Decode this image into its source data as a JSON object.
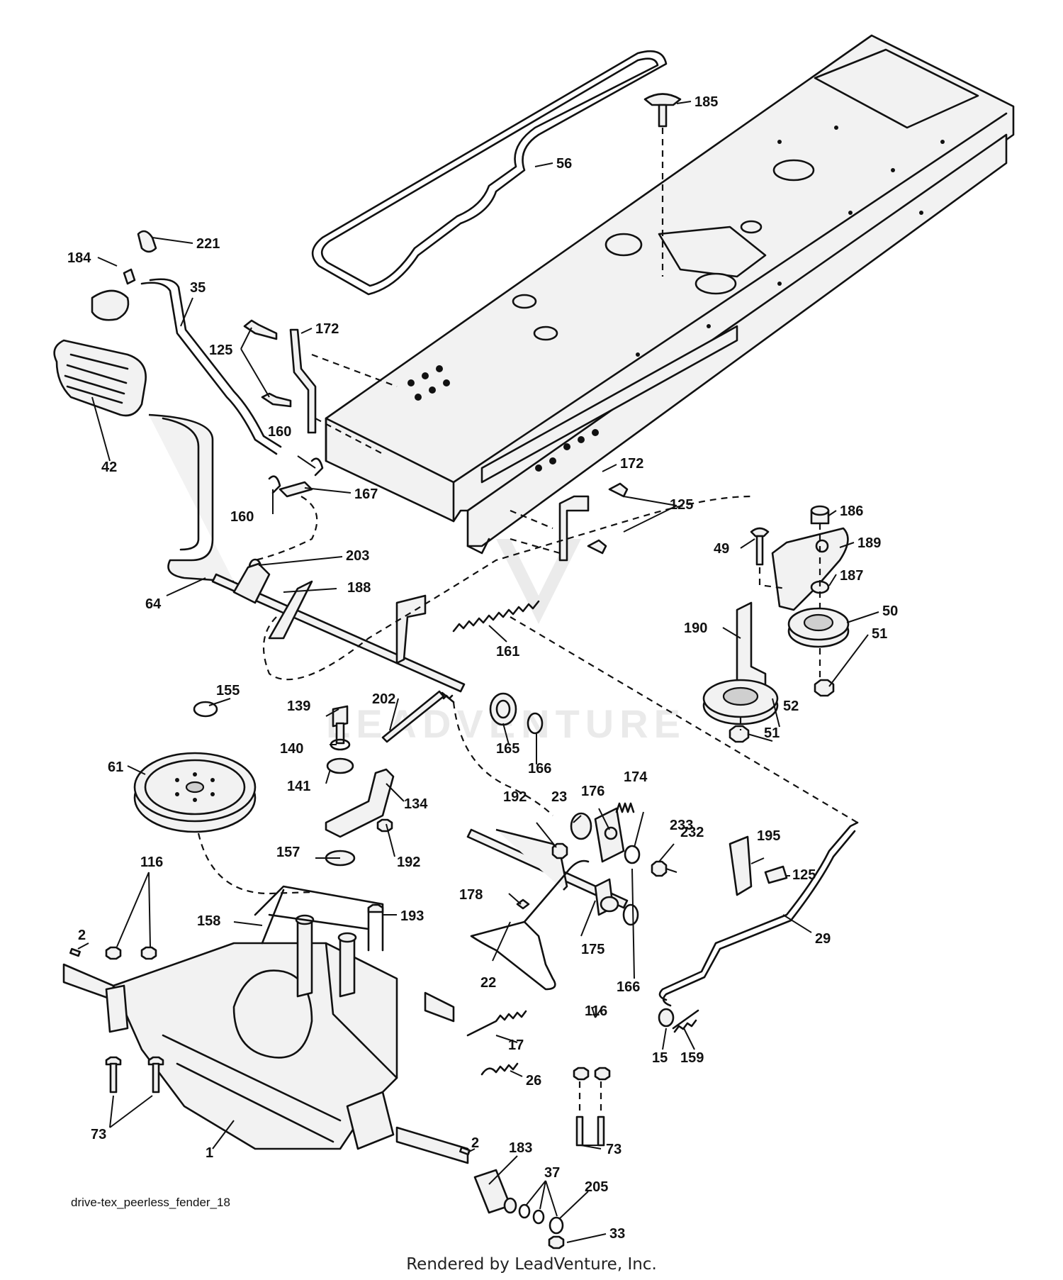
{
  "figure_code": "drive-tex_peerless_fender_18",
  "credit": "Rendered by LeadVenture, Inc.",
  "watermark": "LEADVENTURE",
  "callouts": {
    "c185": "185",
    "c56": "56",
    "c221": "221",
    "c184": "184",
    "c35": "35",
    "c172a": "172",
    "c125a": "125",
    "c42": "42",
    "c160a": "160",
    "c160b": "160",
    "c167": "167",
    "c172b": "172",
    "c125b": "125",
    "c186": "186",
    "c189": "189",
    "c49": "49",
    "c203": "203",
    "c187": "187",
    "c188": "188",
    "c64": "64",
    "c50": "50",
    "c190": "190",
    "c161": "161",
    "c51a": "51",
    "c155": "155",
    "c139": "139",
    "c202": "202",
    "c52": "52",
    "c51b": "51",
    "c140": "140",
    "c165": "165",
    "c61": "61",
    "c166a": "166",
    "c141": "141",
    "c134": "134",
    "c174": "174",
    "c192a": "192",
    "c23": "23",
    "c176": "176",
    "c233": "233",
    "c232": "232",
    "c195": "195",
    "c116a": "116",
    "c157": "157",
    "c192b": "192",
    "c125c": "125",
    "c178": "178",
    "c193": "193",
    "c158": "158",
    "c2a": "2",
    "c175": "175",
    "c29": "29",
    "c22": "22",
    "c166b": "166",
    "c116b": "116",
    "c17": "17",
    "c15": "15",
    "c159": "159",
    "c26": "26",
    "c73a": "73",
    "c73b": "73",
    "c1": "1",
    "c2b": "2",
    "c183": "183",
    "c37": "37",
    "c205": "205",
    "c33": "33"
  }
}
